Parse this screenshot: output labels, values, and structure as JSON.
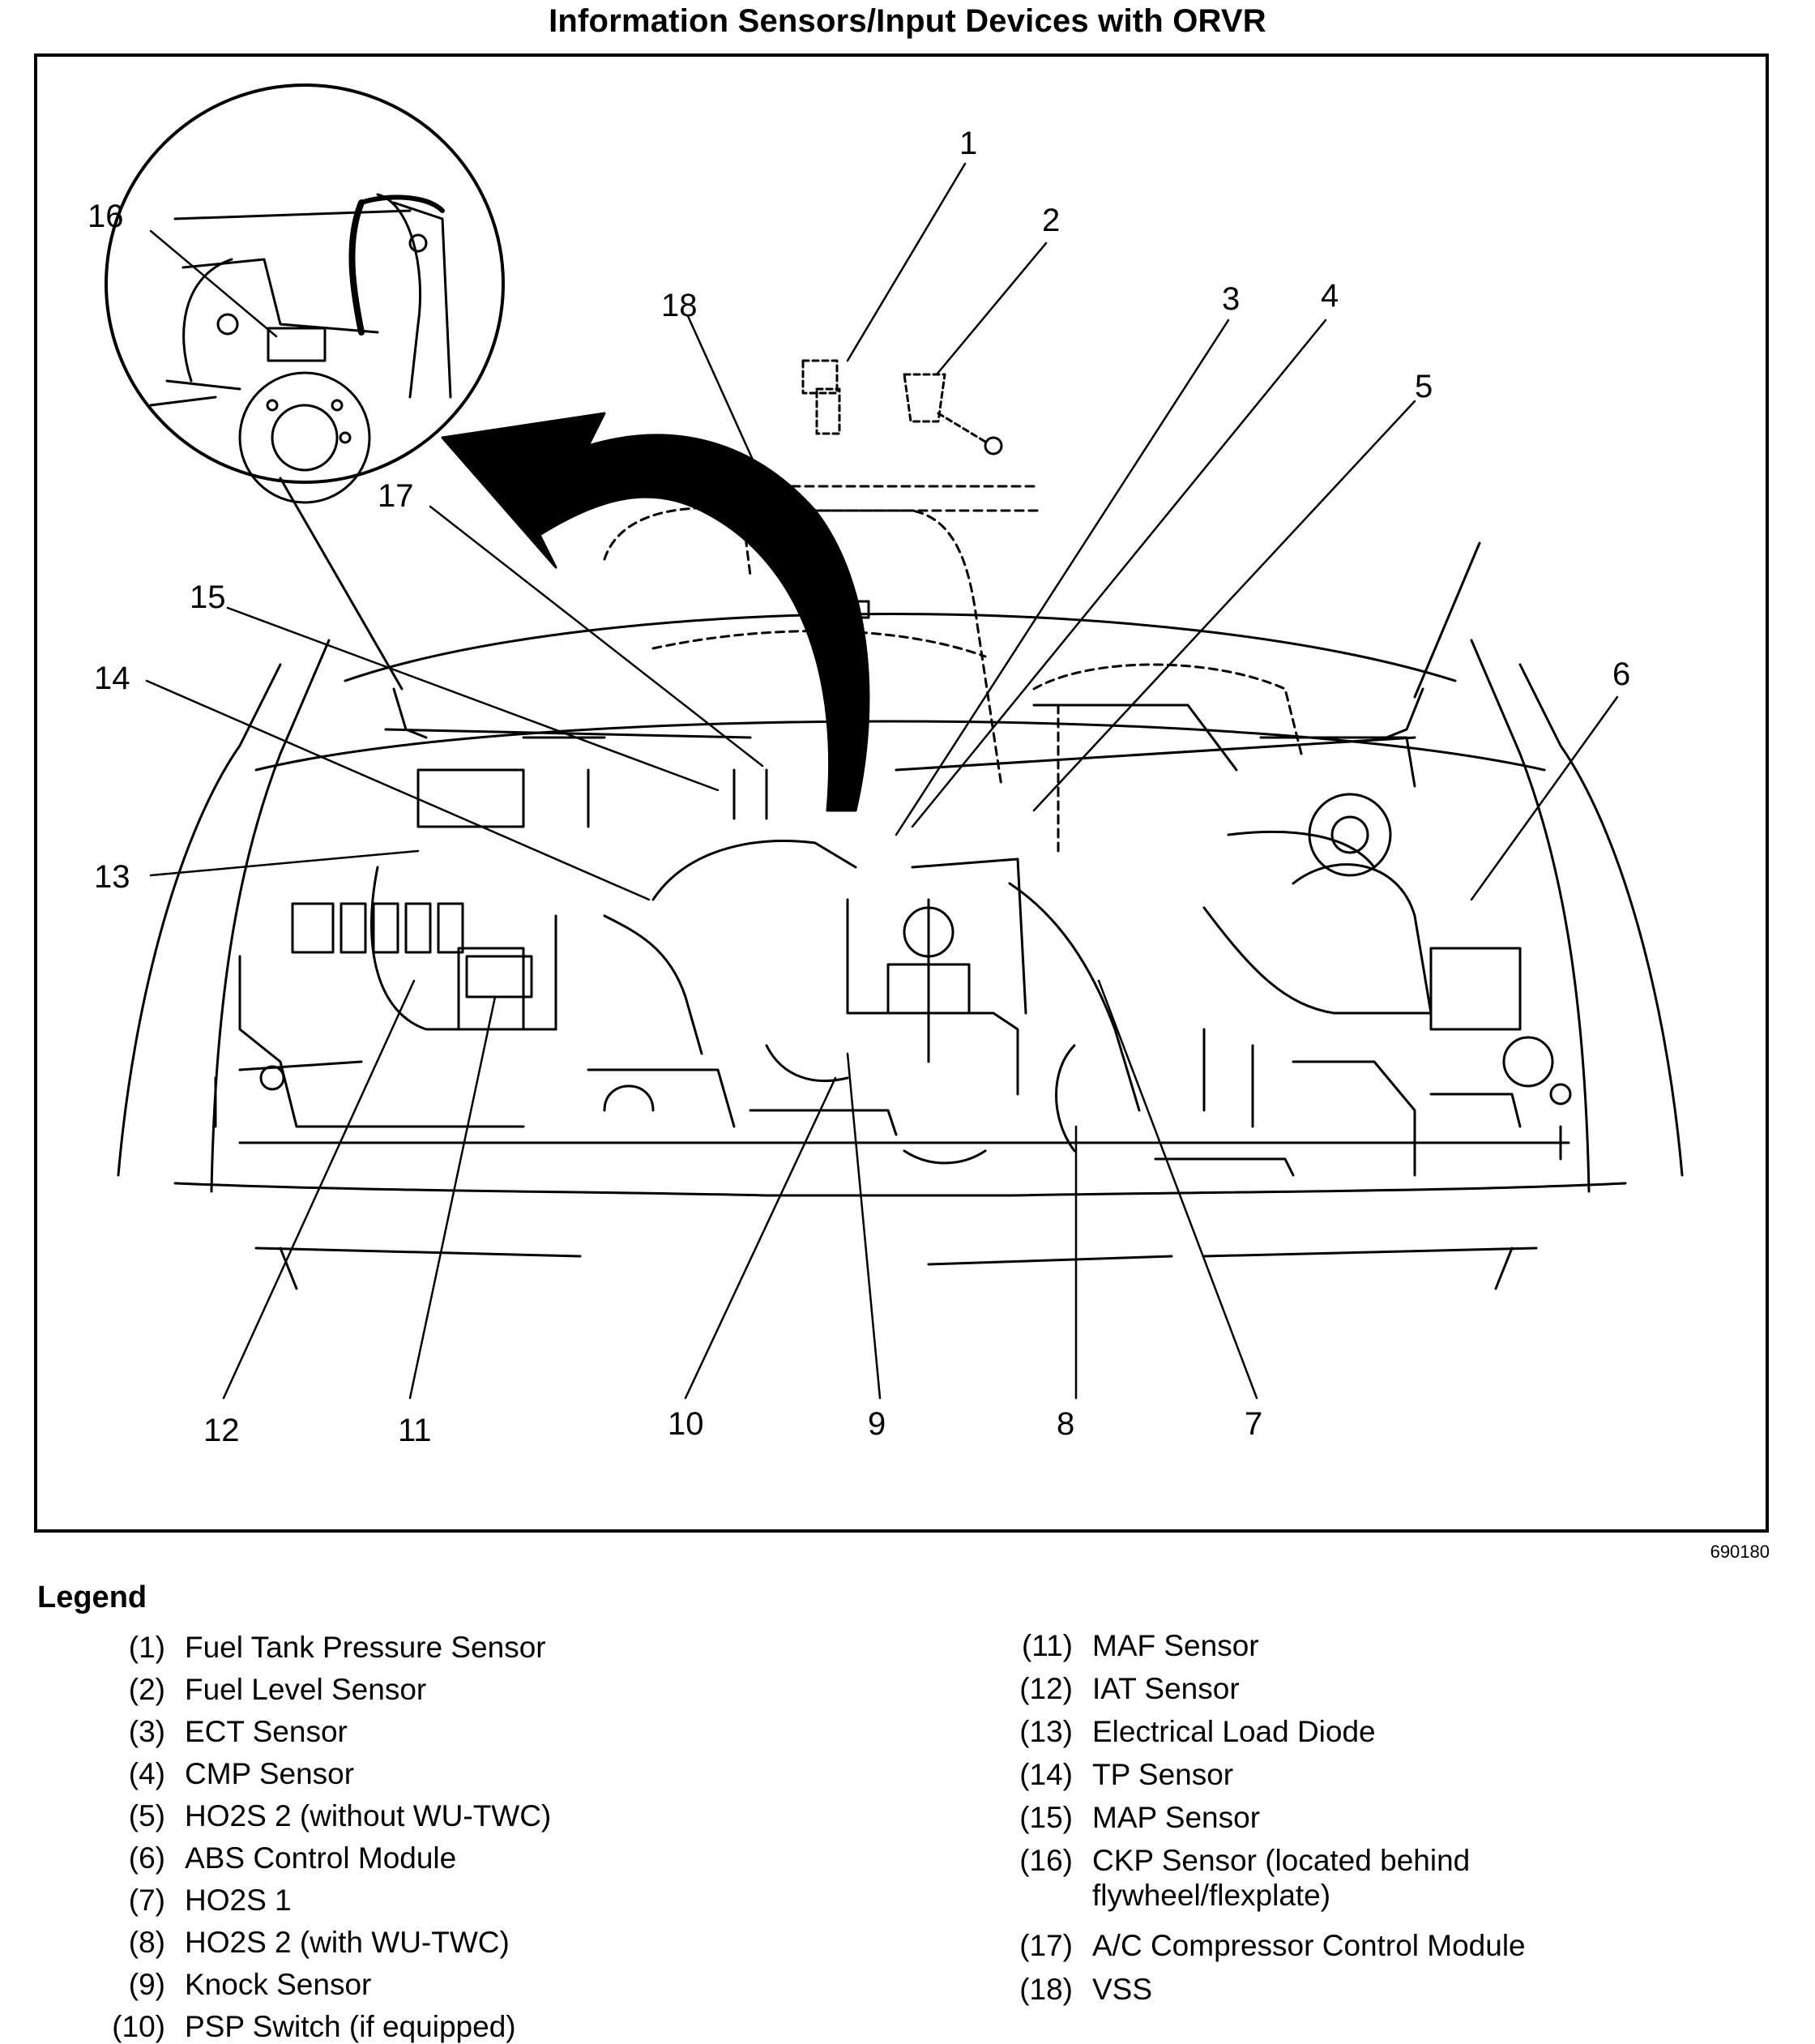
{
  "title": "Information Sensors/Input Devices with ORVR",
  "figure_id": "690180",
  "callouts": [
    "1",
    "2",
    "3",
    "4",
    "5",
    "6",
    "7",
    "8",
    "9",
    "10",
    "11",
    "12",
    "13",
    "14",
    "15",
    "16",
    "17",
    "18"
  ],
  "legend": {
    "heading": "Legend",
    "left": [
      {
        "num": "(1)",
        "text": "Fuel Tank Pressure Sensor"
      },
      {
        "num": "(2)",
        "text": "Fuel Level Sensor"
      },
      {
        "num": "(3)",
        "text": "ECT Sensor"
      },
      {
        "num": "(4)",
        "text": "CMP Sensor"
      },
      {
        "num": "(5)",
        "text": "HO2S 2 (without WU-TWC)"
      },
      {
        "num": "(6)",
        "text": "ABS Control Module"
      },
      {
        "num": "(7)",
        "text": "HO2S 1"
      },
      {
        "num": "(8)",
        "text": "HO2S 2 (with WU-TWC)"
      },
      {
        "num": "(9)",
        "text": "Knock Sensor"
      },
      {
        "num": "(10)",
        "text": "PSP Switch (if equipped)"
      }
    ],
    "right": [
      {
        "num": "(11)",
        "text": "MAF Sensor"
      },
      {
        "num": "(12)",
        "text": "IAT Sensor"
      },
      {
        "num": "(13)",
        "text": "Electrical Load Diode"
      },
      {
        "num": "(14)",
        "text": "TP Sensor"
      },
      {
        "num": "(15)",
        "text": "MAP Sensor"
      },
      {
        "num": "(16)",
        "text": "CKP Sensor (located behind",
        "text2": "flywheel/flexplate)"
      },
      {
        "num": "(17)",
        "text": "A/C Compressor Control Module"
      },
      {
        "num": "(18)",
        "text": "VSS"
      }
    ]
  }
}
